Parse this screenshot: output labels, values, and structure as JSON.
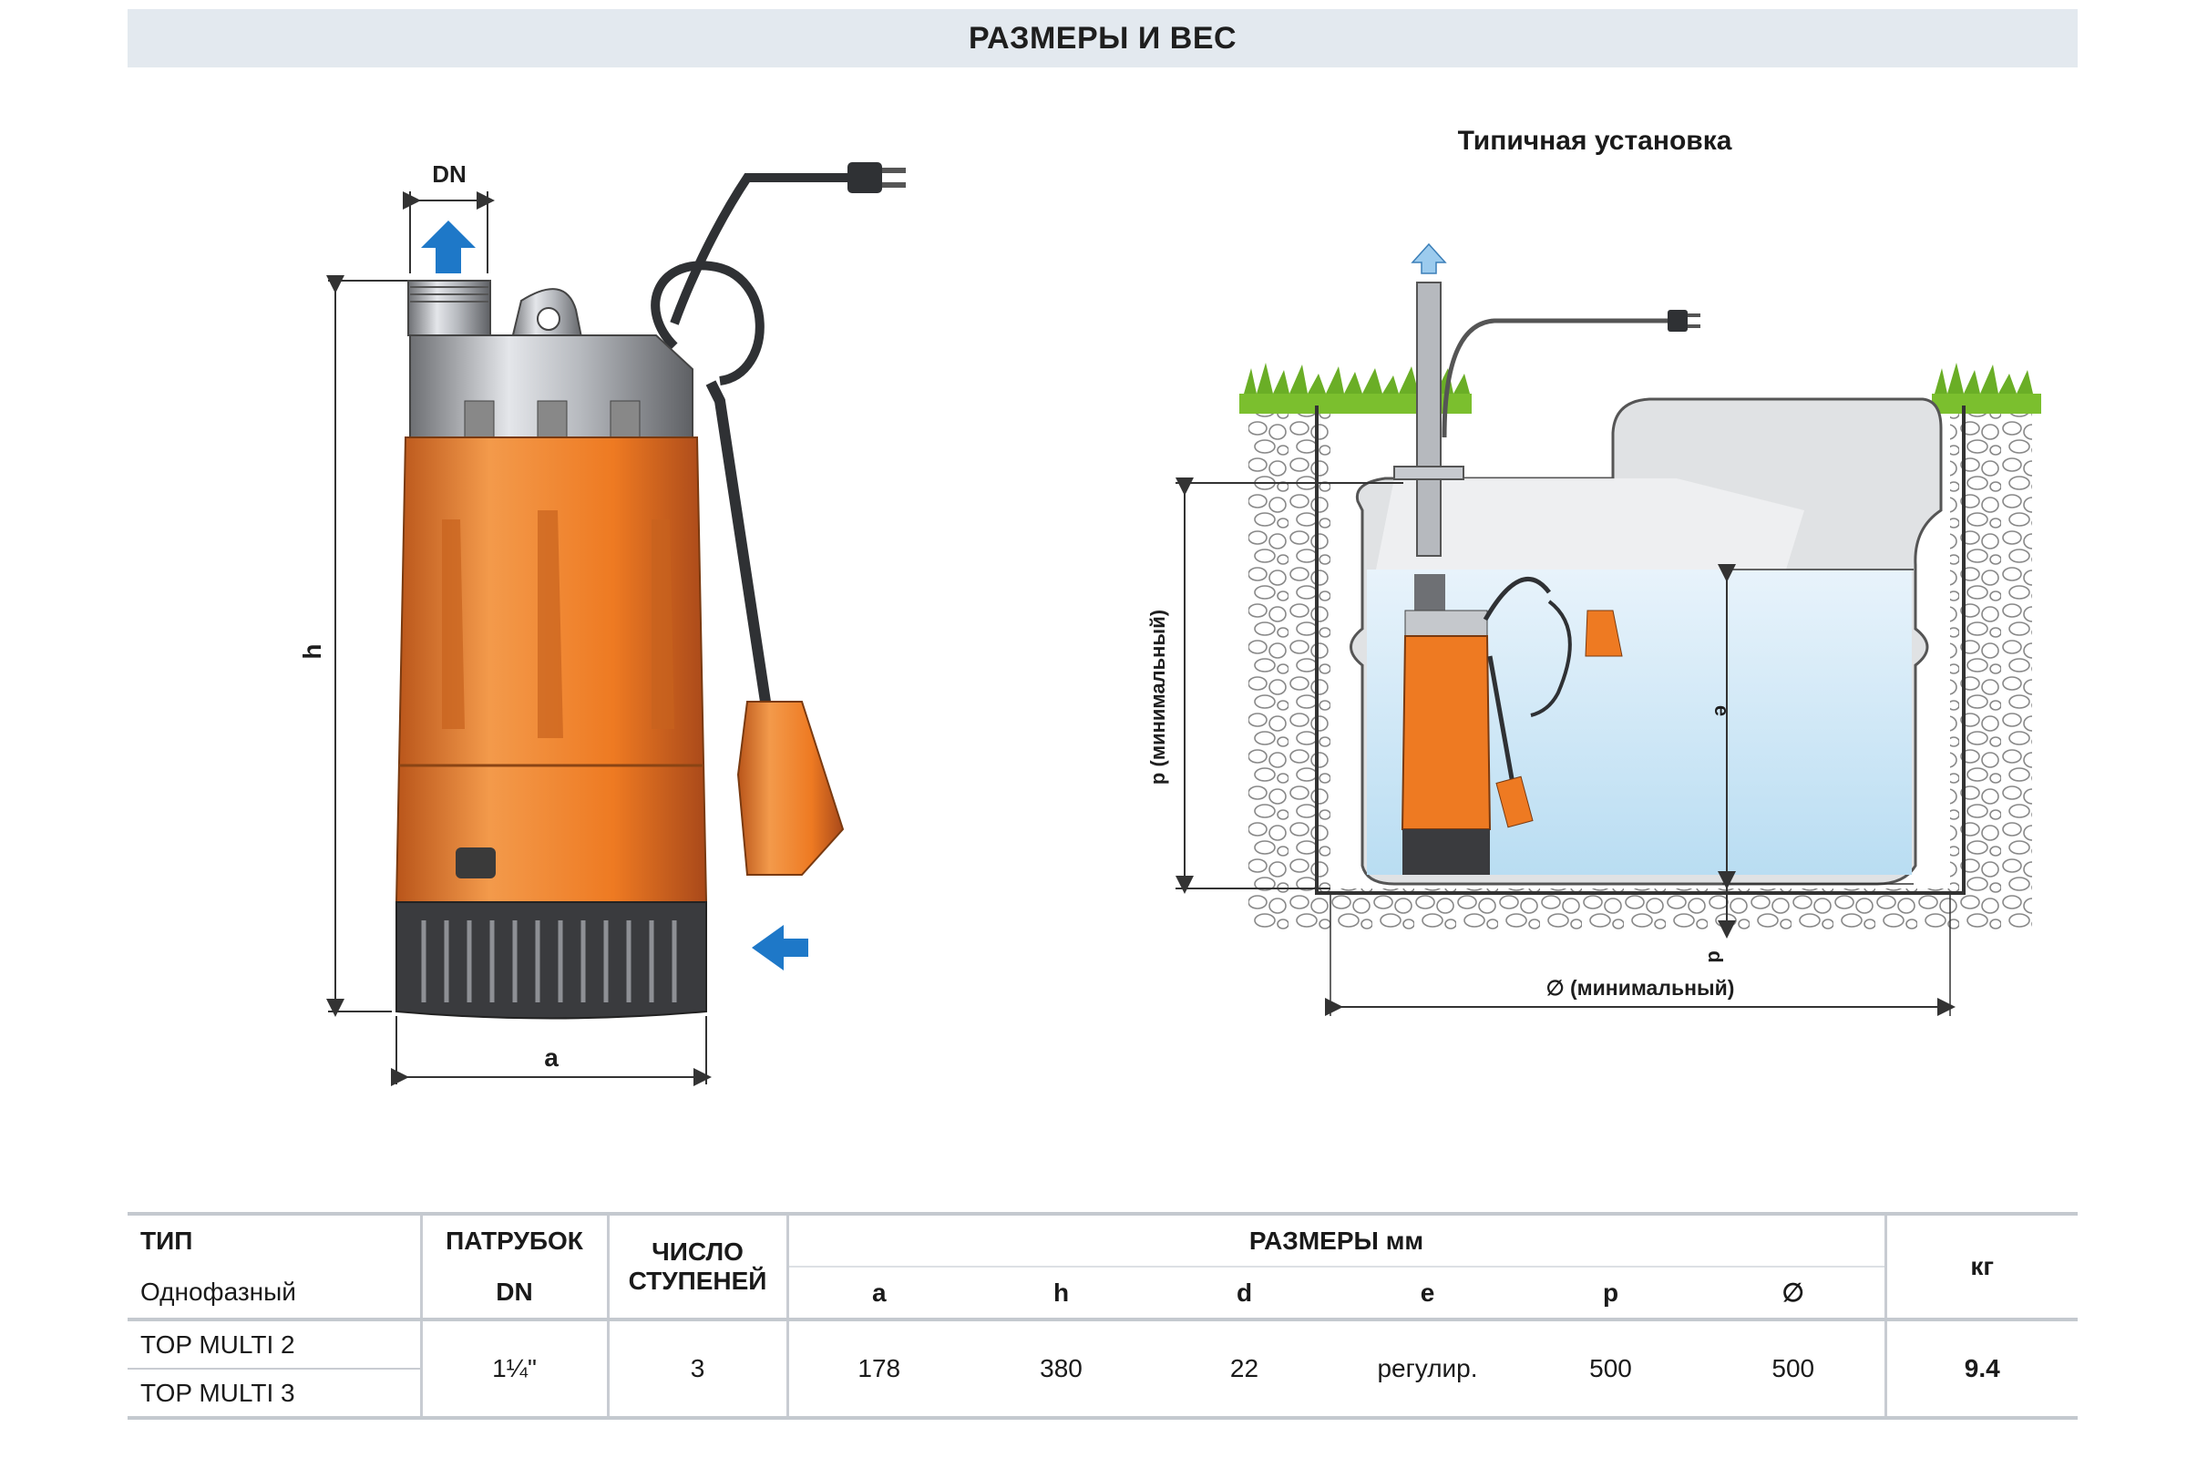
{
  "header": {
    "title": "РАЗМЕРЫ И ВЕС"
  },
  "pump_diagram": {
    "labels": {
      "dn": "DN",
      "h": "h",
      "a": "a"
    }
  },
  "install_diagram": {
    "title": "Типичная установка",
    "labels": {
      "p": "p (минимальный)",
      "e": "e",
      "d": "d",
      "diameter": "∅ (минимальный)"
    }
  },
  "table": {
    "headers": {
      "type": "ТИП",
      "phase": "Однофазный",
      "outlet": "ПАТРУБОК",
      "outlet_dn": "DN",
      "stages_line1": "ЧИСЛО",
      "stages_line2": "СТУПЕНЕЙ",
      "dims": "РАЗМЕРЫ мм",
      "a": "a",
      "h": "h",
      "d": "d",
      "e": "e",
      "p": "p",
      "diam": "∅",
      "kg": "кг"
    },
    "models": [
      "TOP MULTI 2",
      "TOP MULTI 3"
    ],
    "values": {
      "dn": "1¼\"",
      "stages": "3",
      "a": "178",
      "h": "380",
      "d": "22",
      "e": "регулир.",
      "p": "500",
      "diam": "500",
      "kg": "9.4"
    }
  },
  "colors": {
    "pump_orange": "#ee7a22",
    "arrow_blue": "#1e78c8",
    "grass_green": "#7bbf2e",
    "water_blue": "#cfe6f5",
    "header_band": "#e3e9ef"
  }
}
